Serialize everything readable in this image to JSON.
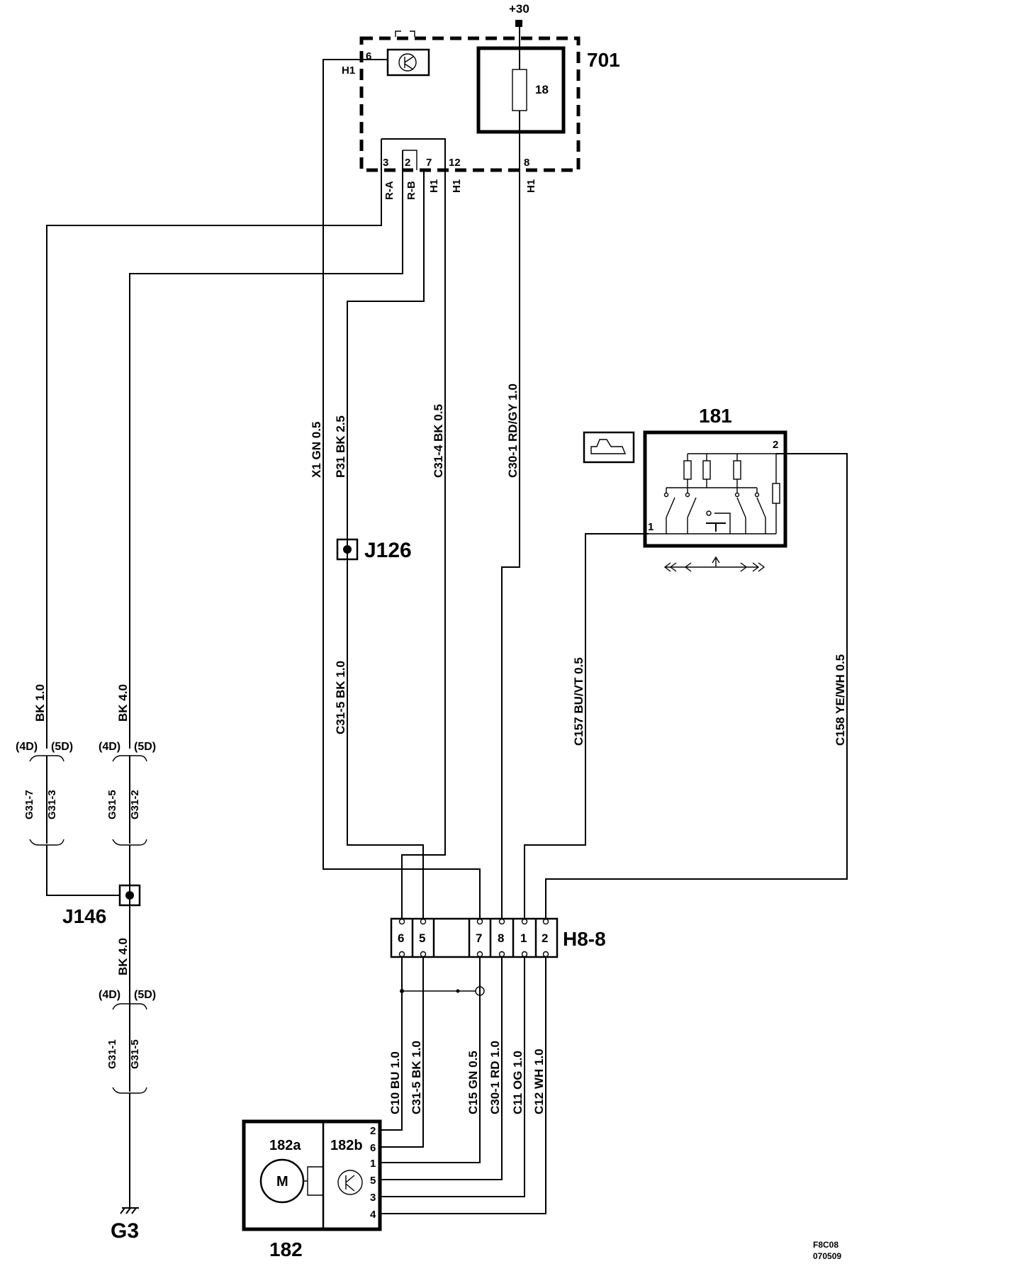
{
  "supply_label": "+30",
  "components": {
    "c701": "701",
    "fuse": "18",
    "c181": "181",
    "c182": "182",
    "c182a": "182a",
    "c182b": "182b",
    "motor_symbol": "M"
  },
  "connectors": {
    "h8": "H8-8",
    "j126": "J126",
    "j146": "J146",
    "ground": "G3"
  },
  "pins_701": {
    "p6": "6",
    "p3": "3",
    "p2": "2",
    "p7": "7",
    "p12": "12",
    "p8": "8",
    "h1_left": "H1",
    "ra": "R-A",
    "rb": "R-B",
    "h1_7": "H1",
    "h1_12": "H1",
    "h1_8": "H1"
  },
  "pins_h8": [
    "6",
    "5",
    "7",
    "8",
    "1",
    "2"
  ],
  "pins_181": {
    "p1": "1",
    "p2": "2"
  },
  "pins_182b": [
    "2",
    "6",
    "1",
    "5",
    "3",
    "4"
  ],
  "wires": {
    "x1": "X1  GN 0.5",
    "p31": "P31  BK 2.5",
    "c31_4": "C31-4  BK 0.5",
    "c30_1_top": "C30-1  RD/GY  1.0",
    "c31_5_mid": "C31-5  BK 1.0",
    "c157": "C157  BU/VT   0.5",
    "c158": "C158   YE/WH  0.5",
    "bk10": "BK 1.0",
    "bk40_a": "BK 4.0",
    "bk40_b": "BK 4.0",
    "c10": "C10  BU  1.0",
    "c31_5_low": "C31-5  BK 1.0",
    "c15": "C15  GN  0.5",
    "c30_1_low": "C30-1  RD  1.0",
    "c11": "C11  OG  1.0",
    "c12": "C12  WH  1.0"
  },
  "splices": {
    "g1": {
      "v4d": "(4D)",
      "v5d": "(5D)",
      "a": "G31-7",
      "b": "G31-3"
    },
    "g2": {
      "v4d": "(4D)",
      "v5d": "(5D)",
      "a": "G31-5",
      "b": "G31-2"
    },
    "g3": {
      "v4d": "(4D)",
      "v5d": "(5D)",
      "a": "G31-1",
      "b": "G31-5"
    }
  },
  "footer": {
    "code": "F8C08",
    "date": "070509"
  }
}
